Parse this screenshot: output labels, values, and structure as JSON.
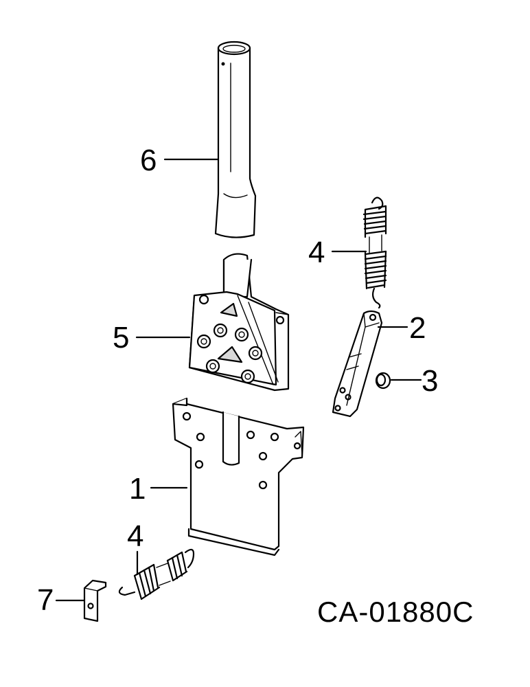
{
  "callouts": {
    "c1": "1",
    "c2": "2",
    "c3": "3",
    "c4_upper": "4",
    "c4_lower": "4",
    "c5": "5",
    "c6": "6",
    "c7": "7"
  },
  "diagram_code": "CA-01880C"
}
